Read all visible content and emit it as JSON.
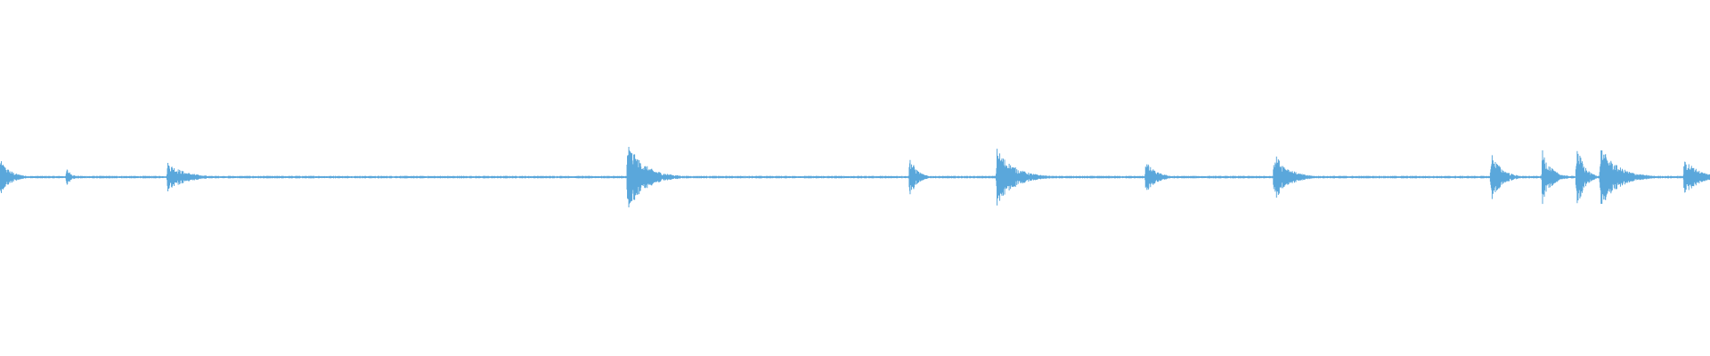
{
  "waveform": {
    "color": "#5aa7db",
    "baseline_amplitude": 0.035,
    "sample_count": 3800,
    "onsets": [
      {
        "position": 0.0,
        "amplitude": 0.5,
        "decay": 0.006
      },
      {
        "position": 0.039,
        "amplitude": 0.25,
        "decay": 0.003
      },
      {
        "position": 0.098,
        "amplitude": 0.42,
        "decay": 0.01
      },
      {
        "position": 0.367,
        "amplitude": 0.95,
        "decay": 0.01
      },
      {
        "position": 0.532,
        "amplitude": 0.6,
        "decay": 0.004
      },
      {
        "position": 0.583,
        "amplitude": 0.8,
        "decay": 0.01
      },
      {
        "position": 0.67,
        "amplitude": 0.45,
        "decay": 0.006
      },
      {
        "position": 0.745,
        "amplitude": 0.7,
        "decay": 0.008
      },
      {
        "position": 0.872,
        "amplitude": 0.7,
        "decay": 0.006
      },
      {
        "position": 0.902,
        "amplitude": 0.75,
        "decay": 0.005
      },
      {
        "position": 0.922,
        "amplitude": 1.0,
        "decay": 0.004
      },
      {
        "position": 0.936,
        "amplitude": 0.85,
        "decay": 0.01
      },
      {
        "position": 0.985,
        "amplitude": 0.55,
        "decay": 0.008
      }
    ]
  }
}
